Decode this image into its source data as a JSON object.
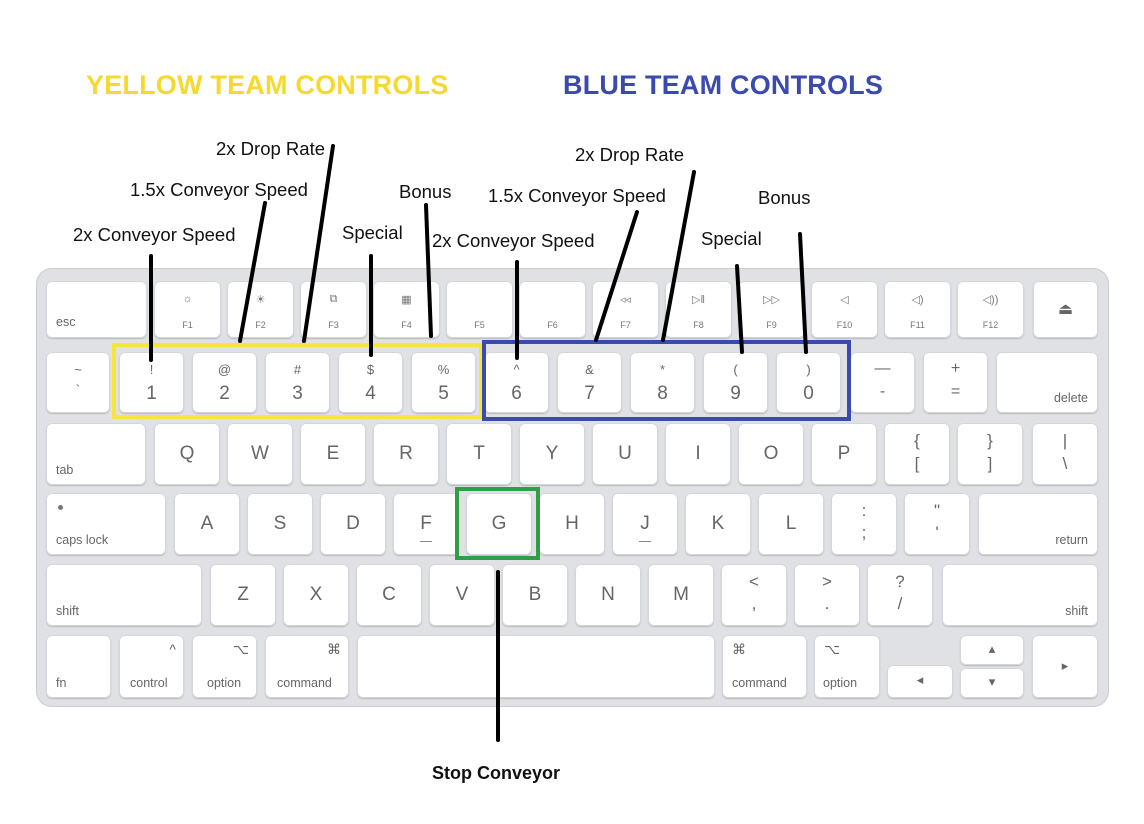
{
  "titles": {
    "yellow": "YELLOW TEAM CONTROLS",
    "blue": "BLUE TEAM CONTROLS"
  },
  "annotations": {
    "yellow": {
      "conveyor_2x": "2x Conveyor Speed",
      "conveyor_15x": "1.5x Conveyor Speed",
      "drop_2x": "2x Drop Rate",
      "special": "Special",
      "bonus": "Bonus"
    },
    "blue": {
      "conveyor_2x": "2x Conveyor Speed",
      "conveyor_15x": "1.5x Conveyor Speed",
      "drop_2x": "2x Drop Rate",
      "special": "Special",
      "bonus": "Bonus"
    },
    "stop": "Stop Conveyor"
  },
  "keys": {
    "esc": "esc",
    "f": [
      "F1",
      "F2",
      "F3",
      "F4",
      "F5",
      "F6",
      "F7",
      "F8",
      "F9",
      "F10",
      "F11",
      "F12"
    ],
    "f_icons": [
      "☼",
      "☀",
      "⧉",
      "▦",
      "",
      "",
      "◃◃",
      "▷‖",
      "▷▷",
      "◁",
      "◁)",
      "◁))"
    ],
    "eject_icon": "⏏",
    "backtick": {
      "top": "~",
      "bottom": "`"
    },
    "numbers": [
      {
        "sym": "!",
        "num": "1"
      },
      {
        "sym": "@",
        "num": "2"
      },
      {
        "sym": "#",
        "num": "3"
      },
      {
        "sym": "$",
        "num": "4"
      },
      {
        "sym": "%",
        "num": "5"
      },
      {
        "sym": "^",
        "num": "6"
      },
      {
        "sym": "&",
        "num": "7"
      },
      {
        "sym": "*",
        "num": "8"
      },
      {
        "sym": "(",
        "num": "9"
      },
      {
        "sym": ")",
        "num": "0"
      }
    ],
    "minus": {
      "top": "—",
      "bottom": "-"
    },
    "equals": {
      "top": "+",
      "bottom": "="
    },
    "delete": "delete",
    "tab": "tab",
    "row_q": [
      "Q",
      "W",
      "E",
      "R",
      "T",
      "Y",
      "U",
      "I",
      "O",
      "P"
    ],
    "lbracket": {
      "top": "{",
      "bottom": "["
    },
    "rbracket": {
      "top": "}",
      "bottom": "]"
    },
    "backslash": {
      "top": "|",
      "bottom": "\\"
    },
    "caps_lock": "caps lock",
    "row_a": [
      "A",
      "S",
      "D",
      "F",
      "G",
      "H",
      "J",
      "K",
      "L"
    ],
    "semicolon": {
      "top": ":",
      "bottom": ";"
    },
    "quote": {
      "top": "\"",
      "bottom": "'"
    },
    "return": "return",
    "shift": "shift",
    "row_z": [
      "Z",
      "X",
      "C",
      "V",
      "B",
      "N",
      "M"
    ],
    "comma": {
      "top": "<",
      "bottom": ","
    },
    "period": {
      "top": ">",
      "bottom": "."
    },
    "slash": {
      "top": "?",
      "bottom": "/"
    },
    "fn": "fn",
    "control": "control",
    "control_icon": "^",
    "option": "option",
    "option_icon": "⌥",
    "command": "command",
    "command_icon": "⌘",
    "arrow_left": "◂",
    "arrow_up": "▴",
    "arrow_down": "▾",
    "arrow_right": "▸"
  },
  "colors": {
    "yellow": "#f6e53a",
    "blue": "#3b4aaf",
    "green": "#2f9e44"
  }
}
